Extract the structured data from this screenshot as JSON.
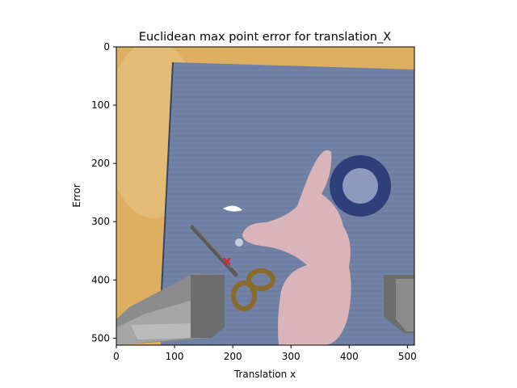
{
  "chart_data": {
    "type": "scatter",
    "title": "Euclidean max point error for translation_X",
    "xlabel": "Translation x",
    "ylabel": "Error",
    "xlim": [
      0,
      512
    ],
    "ylim": [
      512,
      0
    ],
    "xticks": [
      0,
      100,
      200,
      300,
      400,
      500
    ],
    "yticks": [
      0,
      100,
      200,
      300,
      400,
      500
    ],
    "background_image": "rendered scene: blue textured book cover with pink figure and dark ring, scissors, grey gripper fingers, wooden table",
    "series": [
      {
        "marker": "x",
        "color": "#e0202a",
        "points": [
          {
            "x": 190,
            "y": 368
          }
        ]
      }
    ],
    "grid": false,
    "legend": "none"
  },
  "colors": {
    "table_wood": "#d9a85a",
    "board_blue": "#6f7fa3",
    "figure_pink": "#d9b4b8",
    "ring_navy": "#2f3f7a",
    "gripper_grey": "#8c8c8c",
    "marker_red": "#e0202a"
  }
}
